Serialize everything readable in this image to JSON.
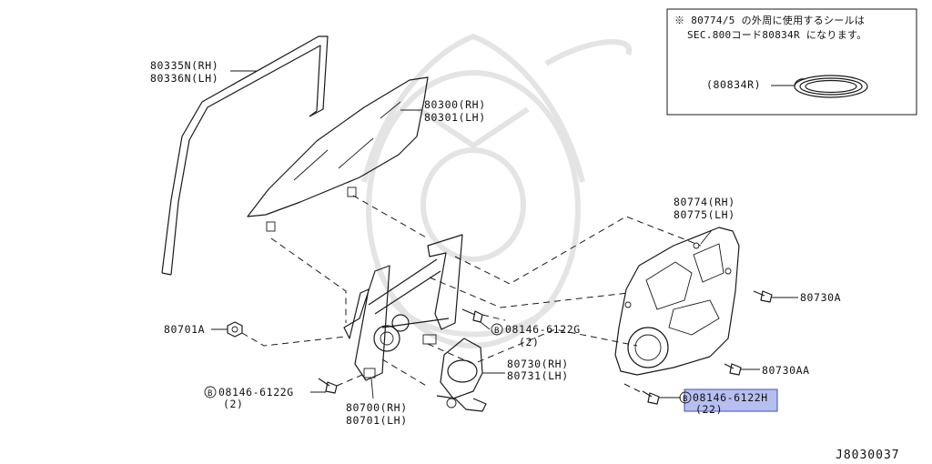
{
  "labels": {
    "glass_run_rh": "80335N(RH)",
    "glass_run_lh": "80336N(LH)",
    "glass_rh": "80300(RH)",
    "glass_lh": "80301(LH)",
    "module_rh": "80774(RH)",
    "module_lh": "80775(LH)",
    "bolt_80730a": "80730A",
    "bolt_80730aa": "80730AA",
    "motor_rh": "80730(RH)",
    "motor_lh": "80731(LH)",
    "regulator_rh": "80700(RH)",
    "regulator_lh": "80701(LH)",
    "nut_80701a": "80701A",
    "bolt_upper_code": "08146-6122G",
    "bolt_upper_qty": "(2)",
    "bolt_left_code": "08146-6122G",
    "bolt_left_qty": "(2)",
    "bolt_right_code": "08146-6122H",
    "bolt_right_qty": "(22)",
    "b_mark": "B"
  },
  "note": {
    "line1": "※ 80774/5 の外周に使用するシールは",
    "line2": "SEC.800コード80834R になります。",
    "seal_label": "(80834R)"
  },
  "diagram_code": "J8030037"
}
